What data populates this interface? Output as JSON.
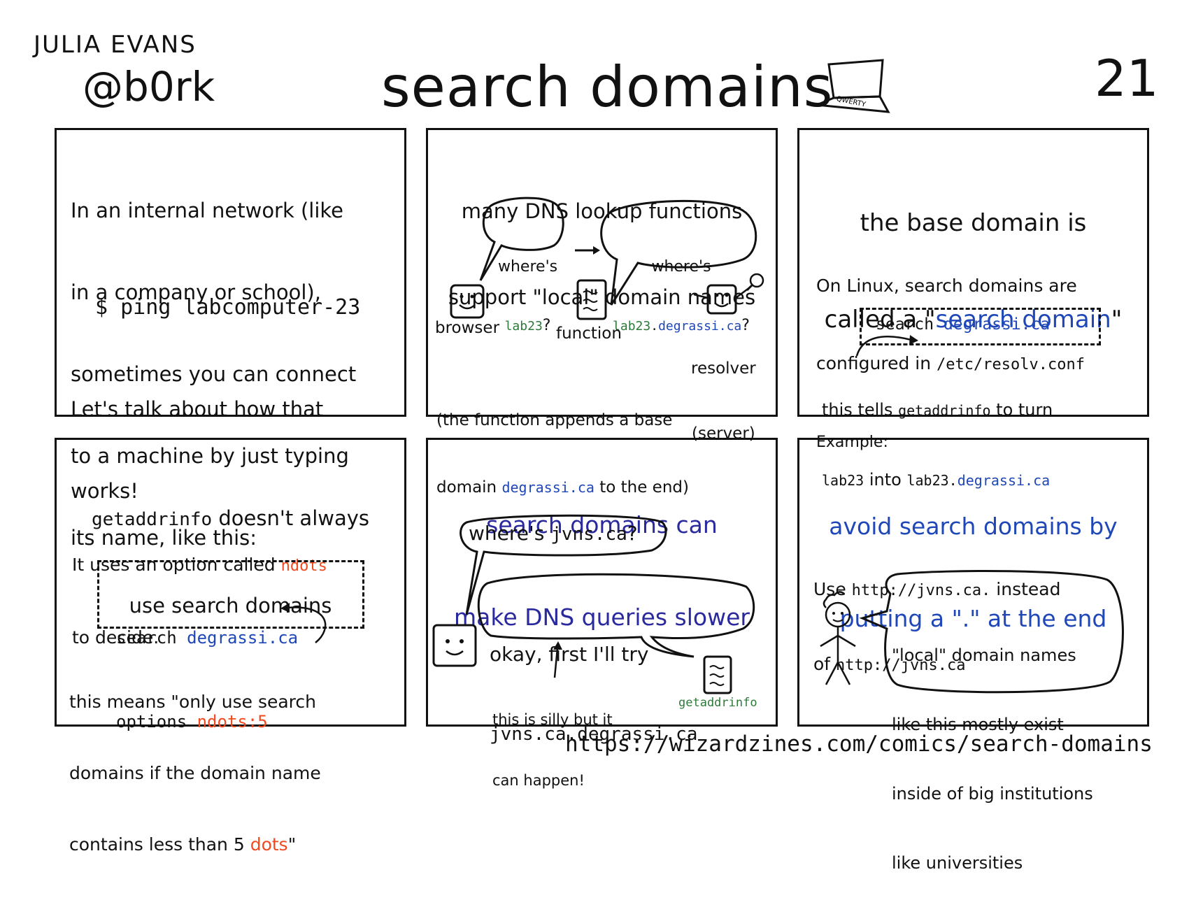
{
  "header": {
    "author": "JULIA EVANS",
    "handle": "@b0rk",
    "title": "search domains",
    "page_number": "21",
    "laptop_keyboard_label": "QWERTY",
    "url": "https://wizardzines.com/comics/search-domains"
  },
  "panel1": {
    "intro_lines": [
      "In an internal network (like",
      "in a company or school),",
      "sometimes you can connect",
      "to a machine by just typing",
      "its name, like this:"
    ],
    "command": "$ ping labcomputer-23",
    "outro_lines": [
      "Let's talk about how that",
      "works!"
    ]
  },
  "panel2": {
    "heading_lines": [
      "many DNS lookup functions",
      "support \"local\" domain names"
    ],
    "bubble1_line1": "where's",
    "bubble1_host": "lab23",
    "bubble1_q": "?",
    "bubble2_line1": "where's",
    "bubble2_host": "lab23",
    "bubble2_dot": ".",
    "bubble2_domain": "degrassi.ca",
    "bubble2_q": "?",
    "label_browser": "browser",
    "label_function": "function",
    "label_resolver_1": "resolver",
    "label_resolver_2": "(server)",
    "note_line1": "(the function appends a base",
    "note_line2_pre": "domain ",
    "note_line2_domain": "degrassi.ca",
    "note_line2_post": " to the end)"
  },
  "panel3": {
    "heading_line1": "the base domain is",
    "heading_line2_pre": "called a \"",
    "heading_line2_term": "search domain",
    "heading_line2_post": "\"",
    "body_line1": "On Linux, search domains are",
    "body_line2_pre": "configured in ",
    "body_line2_path": "/etc/resolv.conf",
    "body_line3": "Example:",
    "config_keyword": "search ",
    "config_domain": "degrassi.ca",
    "note_line1_a": "this tells ",
    "note_line1_code": "getaddrinfo",
    "note_line1_b": " to turn",
    "note_line2_code1": "lab23",
    "note_line2_into": " into ",
    "note_line2_code2": "lab23",
    "note_line2_dot": ".",
    "note_line2_domain": "degrassi.ca"
  },
  "panel4": {
    "heading_code": "getaddrinfo",
    "heading_line1_rest": " doesn't always",
    "heading_line2": "use search domains",
    "body_line1_pre": "It uses an option called ",
    "body_line1_opt": "ndots",
    "body_line2": "to decide.",
    "config_line1_kw": "search ",
    "config_line1_domain": "degrassi.ca",
    "config_line2_kw": "options ",
    "config_line2_opt": "ndots:5",
    "note_line1": "this means \"only use search",
    "note_line2": "domains if the domain name",
    "note_line3_pre": "contains less than 5 ",
    "note_line3_word": "dots",
    "note_line3_post": "\""
  },
  "panel5": {
    "heading_lines": [
      "search domains can",
      "make DNS queries slower"
    ],
    "bubble1_pre": "where's ",
    "bubble1_code": "jvns.ca",
    "bubble1_post": "?",
    "bubble2_line1": "okay, first I'll try",
    "bubble2_code": "jvns.ca.degrassi.ca",
    "annotation_lines": [
      "this is silly but it",
      "can happen!"
    ],
    "label_getaddrinfo": "getaddrinfo"
  },
  "panel6": {
    "heading_lines": [
      "avoid search domains by",
      "putting a \".\" at the end"
    ],
    "body_line1_pre": "Use ",
    "body_line1_code": "http://jvns.ca.",
    "body_line1_post": " instead",
    "body_line2_pre": "of ",
    "body_line2_code": "http://jvns.ca",
    "bubble_lines": [
      "\"local\" domain names",
      "like this mostly exist",
      "inside of big institutions",
      "like universities"
    ]
  },
  "colors": {
    "ink": "#111111",
    "blue": "#1f47b8",
    "green": "#2d7a3a",
    "orange": "#f04a1e",
    "navy": "#2a2a9e"
  }
}
